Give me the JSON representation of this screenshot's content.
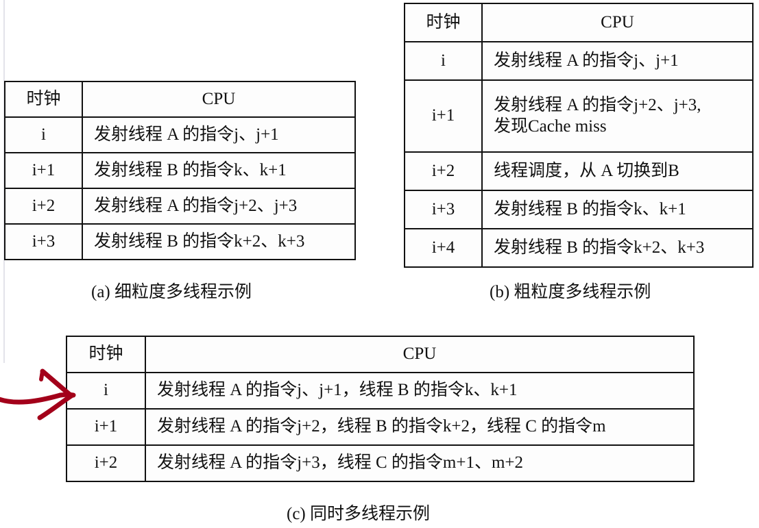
{
  "figure": {
    "background_color": "#ffffff",
    "border_color": "#111111",
    "annotation_color": "#a3001a"
  },
  "tables": {
    "a": {
      "name": "fine-grained-multithreading-table",
      "headers": [
        "时钟",
        "CPU"
      ],
      "rows": [
        {
          "clock": "i",
          "cpu": "发射线程 A 的指令j、j+1"
        },
        {
          "clock": "i+1",
          "cpu": "发射线程 B 的指令k、k+1"
        },
        {
          "clock": "i+2",
          "cpu": "发射线程 A 的指令j+2、j+3"
        },
        {
          "clock": "i+3",
          "cpu": "发射线程 B 的指令k+2、k+3"
        }
      ],
      "caption": "(a) 细粒度多线程示例"
    },
    "b": {
      "name": "coarse-grained-multithreading-table",
      "headers": [
        "时钟",
        "CPU"
      ],
      "rows": [
        {
          "clock": "i",
          "cpu": "发射线程 A 的指令j、j+1"
        },
        {
          "clock": "i+1",
          "cpu": "发射线程 A 的指令j+2、j+3,\n发现Cache miss"
        },
        {
          "clock": "i+2",
          "cpu": "线程调度，从 A 切换到B"
        },
        {
          "clock": "i+3",
          "cpu": "发射线程 B 的指令k、k+1"
        },
        {
          "clock": "i+4",
          "cpu": "发射线程 B 的指令k+2、k+3"
        }
      ],
      "caption": "(b) 粗粒度多线程示例"
    },
    "c": {
      "name": "simultaneous-multithreading-table",
      "headers": [
        "时钟",
        "CPU"
      ],
      "rows": [
        {
          "clock": "i",
          "cpu": "发射线程 A 的指令j、j+1，线程 B 的指令k、k+1"
        },
        {
          "clock": "i+1",
          "cpu": "发射线程 A 的指令j+2，线程 B 的指令k+2，线程 C 的指令m"
        },
        {
          "clock": "i+2",
          "cpu": "发射线程 A 的指令j+3，线程 C 的指令m+1、m+2"
        }
      ],
      "caption": "(c) 同时多线程示例"
    }
  },
  "annotation": {
    "type": "hand-drawn-red-arrow",
    "points_to": "table-c row i"
  }
}
